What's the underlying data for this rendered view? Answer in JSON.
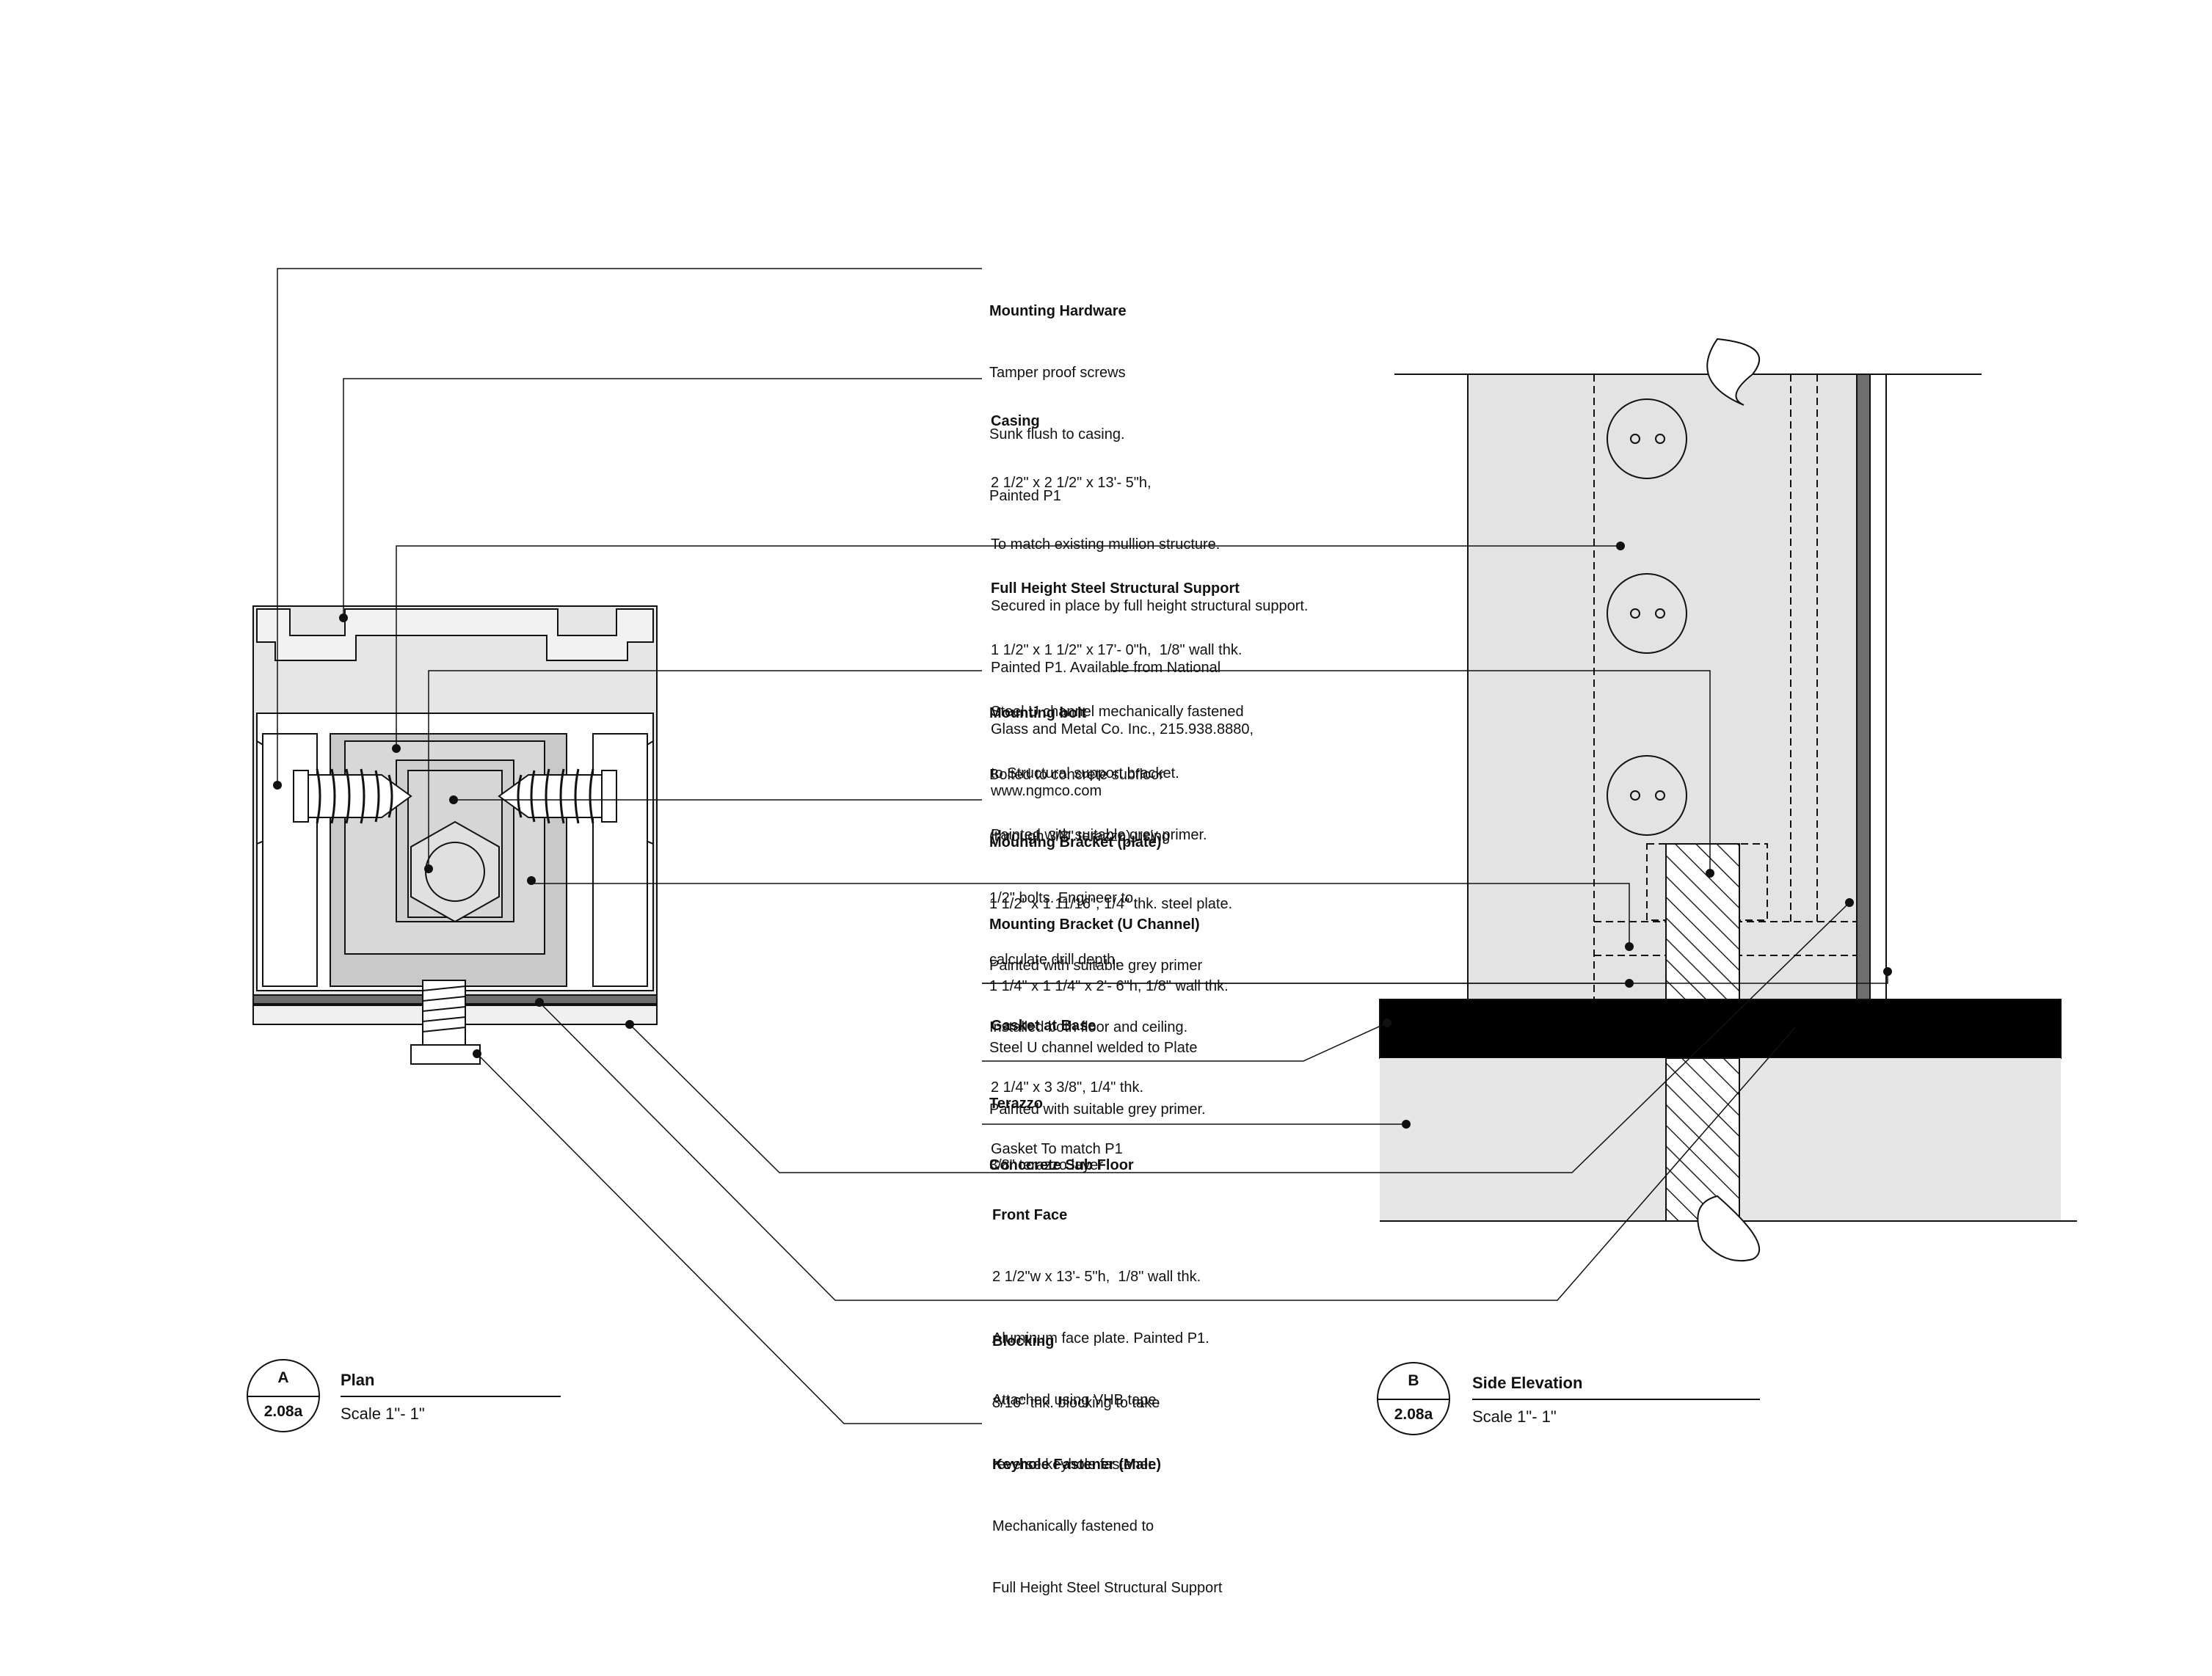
{
  "callouts": [
    {
      "id": "mounting-hardware",
      "title": "Mounting Hardware",
      "lines": [
        "Tamper proof screws",
        "Sunk flush to casing.",
        "Painted P1"
      ]
    },
    {
      "id": "casing",
      "title": "Casing",
      "lines": [
        "2 1/2\" x 2 1/2\" x 13'- 5\"h,",
        "To match existing mullion structure.",
        "Secured in place by full height structural support.",
        "Painted P1. Available from National",
        "Glass and Metal Co. Inc., 215.938.8880,",
        "www.ngmco.com"
      ]
    },
    {
      "id": "steel-support",
      "title": "Full Height Steel Structural Support",
      "lines": [
        "1 1/2\" x 1 1/2\" x 17'- 0\"h,  1/8\" wall thk.",
        "Steel U channel mechanically fastened",
        "to Structural support bracket.",
        "Painted with suitable grey primer."
      ]
    },
    {
      "id": "mounting-bolt",
      "title": "Mounting bolt",
      "lines": [
        "Bolted to concrete subfloor",
        "(through 3/8\" terazzo) using",
        "1/2\" bolts. Engineer to",
        "calculate drill depth."
      ]
    },
    {
      "id": "bracket-plate",
      "title": "Mounting Bracket (plate)",
      "lines": [
        "1 1/2\" x 1 11/16\", 1/4\" thk. steel plate.",
        "Painted with suitable grey primer",
        "Installed both floor and ceiling."
      ]
    },
    {
      "id": "bracket-channel",
      "title": "Mounting Bracket (U Channel)",
      "lines": [
        "1 1/4\" x 1 1/4\" x 2'- 6\"h, 1/8\" wall thk.",
        "Steel U channel welded to Plate",
        "Painted with suitable grey primer."
      ]
    },
    {
      "id": "gasket",
      "title": "Gasket at Base",
      "lines": [
        "2 1/4\" x 3 3/8\", 1/4\" thk.",
        "Gasket To match P1"
      ]
    },
    {
      "id": "terazzo",
      "title": "Terazzo",
      "lines": [
        "3/8\" terazzo layer"
      ]
    },
    {
      "id": "subfloor",
      "title": "Conccrete Sub Floor",
      "lines": []
    },
    {
      "id": "front-face",
      "title": "Front Face",
      "lines": [
        "2 1/2\"w x 13'- 5\"h,  1/8\" wall thk.",
        "Aluminum face plate. Painted P1.",
        "Attached using VHB tape."
      ]
    },
    {
      "id": "blocking",
      "title": "Blocking",
      "lines": [
        "3/16\" thk. blocking to take",
        "reverse keyhole fastener.",
        "Mechanically fastened to",
        "Full Height Steel Structural Support"
      ]
    },
    {
      "id": "keyhole",
      "title": "Keyhole Fastener (Male)",
      "lines": []
    }
  ],
  "views": [
    {
      "id": "plan",
      "letter": "A",
      "sheet": "2.08a",
      "title": "Plan",
      "scale": "Scale 1\"- 1\""
    },
    {
      "id": "elevation",
      "letter": "B",
      "sheet": "2.08a",
      "title": "Side Elevation",
      "scale": "Scale 1\"- 1\""
    }
  ],
  "colors": {
    "ink": "#111111",
    "fill_light": "#e3e3e3",
    "fill_mid": "#c9c9c9",
    "fill_dark": "#6e6e6e",
    "terazzo": "#000000",
    "concrete": "#e6e6e6"
  }
}
